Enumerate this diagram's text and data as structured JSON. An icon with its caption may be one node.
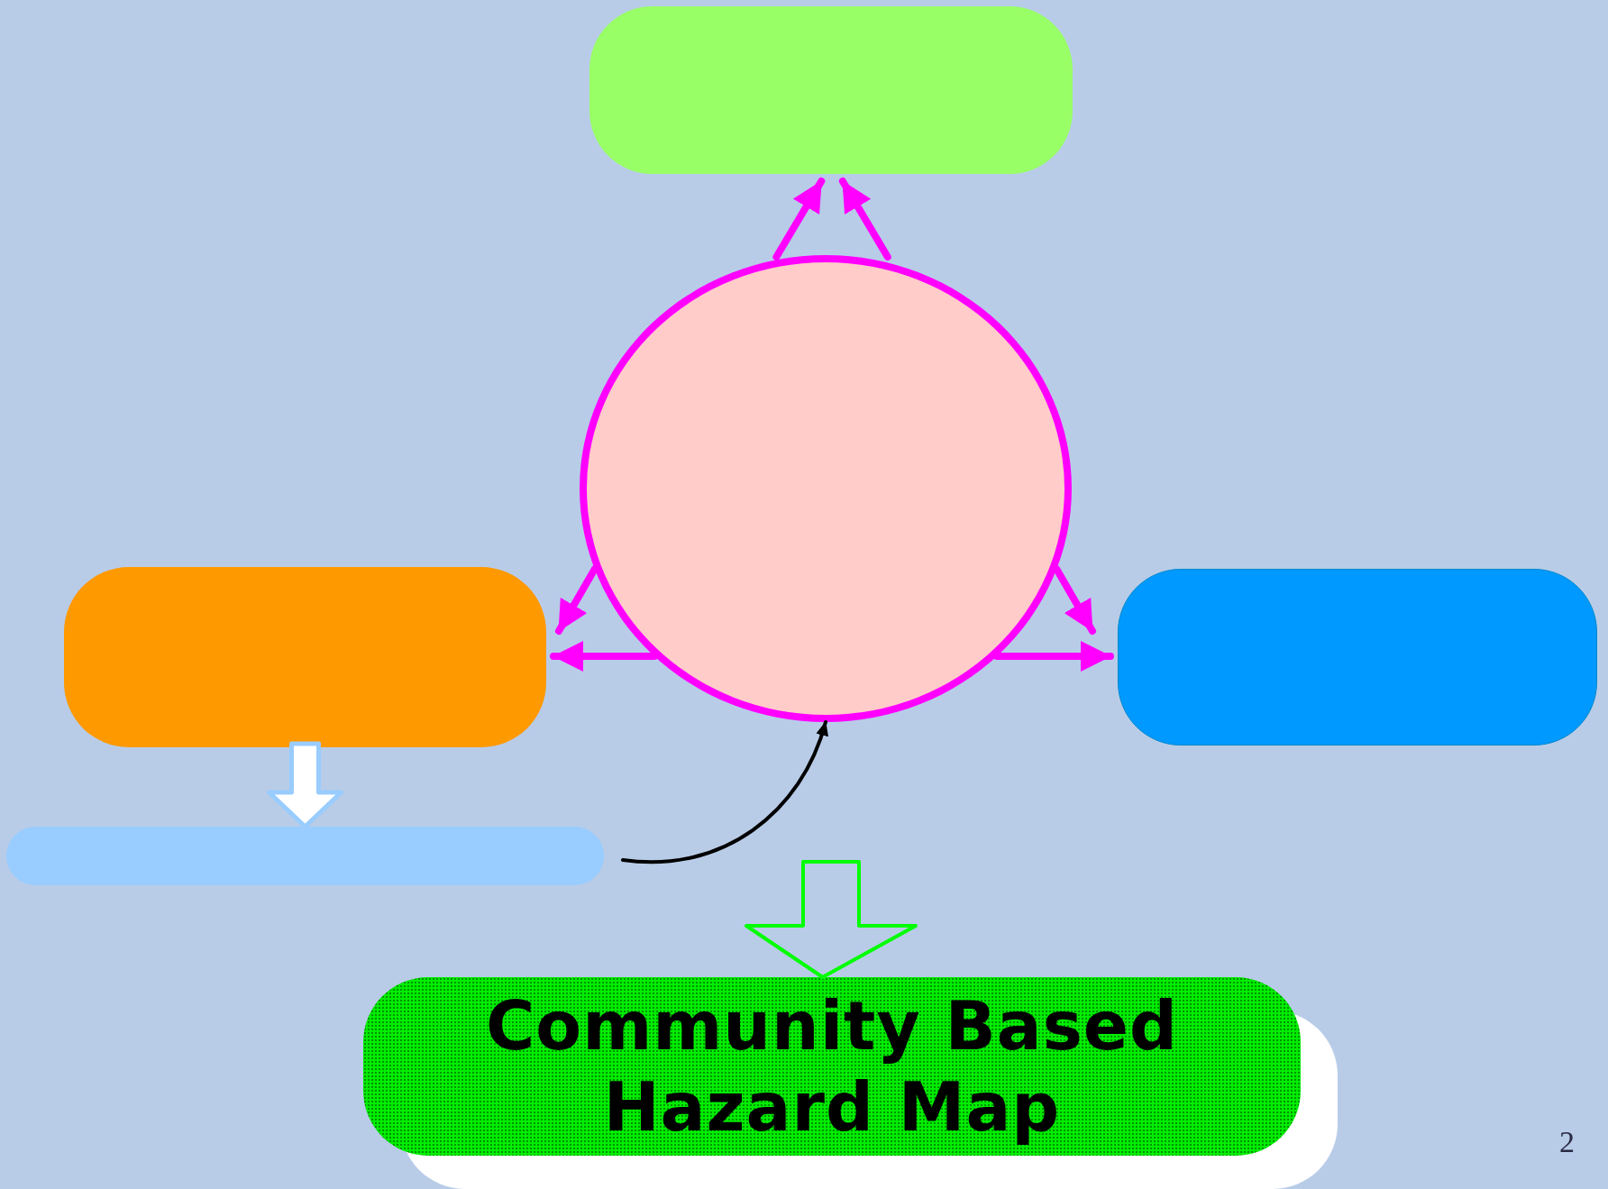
{
  "diagram": {
    "nodes": [
      {
        "text": [],
        "shape": "box"
      },
      {
        "text": [],
        "shape": "circle"
      },
      {
        "text": [],
        "shape": "box"
      },
      {
        "text": [],
        "shape": "box"
      },
      {
        "text": [],
        "shape": "bar"
      },
      {
        "text": [
          "Community Based Hazard Map"
        ]
      }
    ],
    "edges": [
      {
        "from": 1,
        "to": 0,
        "arrow": "to"
      },
      {
        "from": 1,
        "to": 0,
        "arrow": "to"
      },
      {
        "from": 1,
        "to": 2,
        "arrow": "to"
      },
      {
        "from": 1,
        "to": 2,
        "arrow": "to"
      },
      {
        "from": 1,
        "to": 3,
        "arrow": "to"
      },
      {
        "from": 1,
        "to": 3,
        "arrow": "to"
      },
      {
        "from": 2,
        "to": 4,
        "arrow": "to",
        "style": "thick",
        "color": "#99ccff"
      },
      {
        "from": 4,
        "to": 1,
        "arrow": "to",
        "color": "#000000"
      },
      {
        "from": null,
        "to": 5,
        "arrow": "to",
        "style": "thick",
        "color": "#00ff00"
      }
    ],
    "labels": [
      "2"
    ]
  }
}
